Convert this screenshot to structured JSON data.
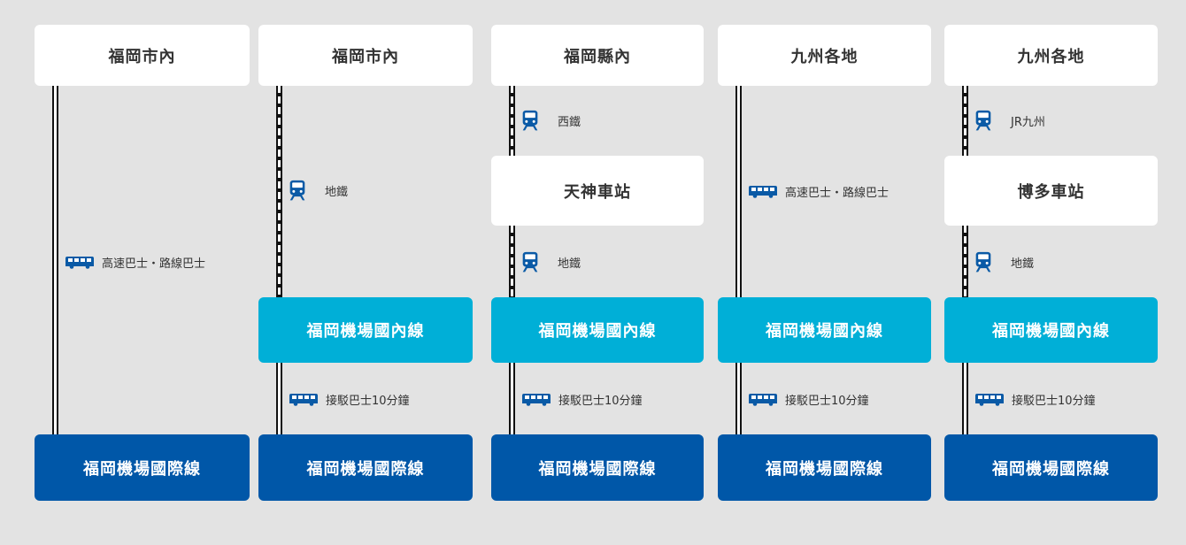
{
  "colors": {
    "background": "#e3e3e3",
    "domestic": "#00afd7",
    "international": "#0057a8",
    "icon": "#0a5aa6"
  },
  "routes": [
    {
      "origin": "福岡市內",
      "segments": [
        {
          "icon": "bus-icon",
          "label": "高速巴士・路線巴士",
          "line": "solid"
        }
      ],
      "destination": "福岡機場國際線"
    },
    {
      "origin": "福岡市內",
      "segments": [
        {
          "icon": "train-icon",
          "label": "地鐵",
          "line": "dashed"
        },
        {
          "icon": "bus-icon",
          "label": "接駁巴士10分鐘",
          "line": "solid"
        }
      ],
      "transfer": "福岡機場國內線",
      "destination": "福岡機場國際線"
    },
    {
      "origin": "福岡縣內",
      "segments": [
        {
          "icon": "train-icon",
          "label": "西鐵",
          "line": "dashed"
        },
        {
          "icon": "train-icon",
          "label": "地鐵",
          "line": "dashed"
        },
        {
          "icon": "bus-icon",
          "label": "接駁巴士10分鐘",
          "line": "solid"
        }
      ],
      "station": "天神車站",
      "transfer": "福岡機場國內線",
      "destination": "福岡機場國際線"
    },
    {
      "origin": "九州各地",
      "segments": [
        {
          "icon": "bus-icon",
          "label": "高速巴士・路線巴士",
          "line": "solid"
        },
        {
          "icon": "bus-icon",
          "label": "接駁巴士10分鐘",
          "line": "solid"
        }
      ],
      "transfer": "福岡機場國內線",
      "destination": "福岡機場國際線"
    },
    {
      "origin": "九州各地",
      "segments": [
        {
          "icon": "train-icon",
          "label": "JR九州",
          "line": "dashed"
        },
        {
          "icon": "train-icon",
          "label": "地鐵",
          "line": "dashed"
        },
        {
          "icon": "bus-icon",
          "label": "接駁巴士10分鐘",
          "line": "solid"
        }
      ],
      "station": "博多車站",
      "transfer": "福岡機場國內線",
      "destination": "福岡機場國際線"
    }
  ]
}
